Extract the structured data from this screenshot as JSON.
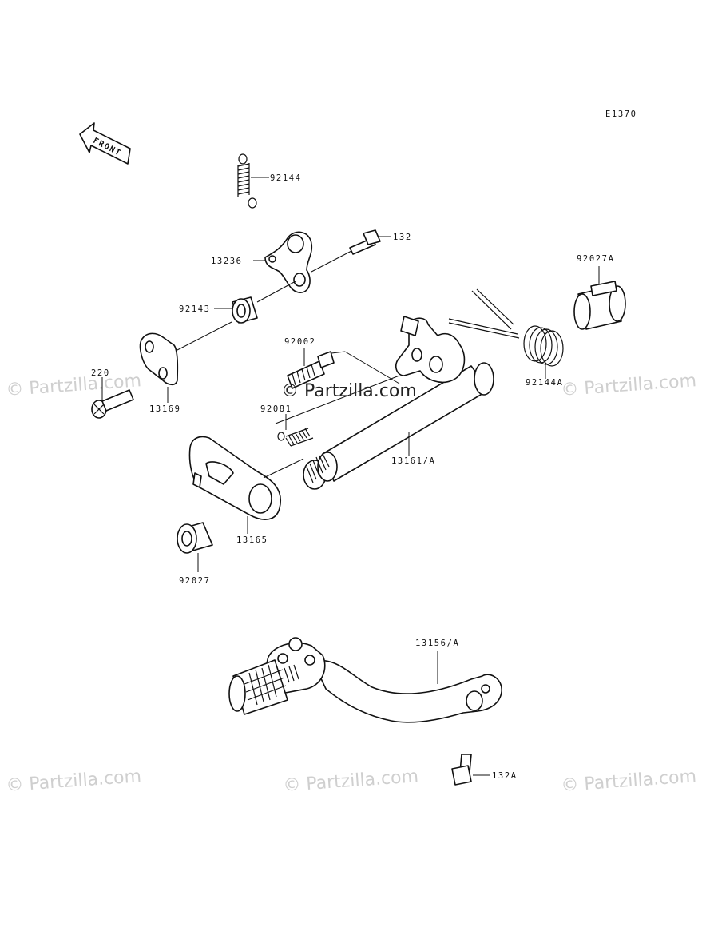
{
  "diagram_code": "E1370",
  "front_label": "FRONT",
  "watermarks": {
    "center": "© Partzilla.com",
    "faint": "© Partzilla.com"
  },
  "parts": [
    {
      "id": "p92144",
      "label": "92144"
    },
    {
      "id": "p132",
      "label": "132"
    },
    {
      "id": "p13236",
      "label": "13236"
    },
    {
      "id": "p92143",
      "label": "92143"
    },
    {
      "id": "p92027A",
      "label": "92027A"
    },
    {
      "id": "p92002",
      "label": "92002"
    },
    {
      "id": "p220",
      "label": "220"
    },
    {
      "id": "p13169",
      "label": "13169"
    },
    {
      "id": "p92144A",
      "label": "92144A"
    },
    {
      "id": "p92081",
      "label": "92081"
    },
    {
      "id": "p13161A",
      "label": "13161/A"
    },
    {
      "id": "p13165",
      "label": "13165"
    },
    {
      "id": "p92027",
      "label": "92027"
    },
    {
      "id": "p13156A",
      "label": "13156/A"
    },
    {
      "id": "p132A",
      "label": "132A"
    }
  ]
}
